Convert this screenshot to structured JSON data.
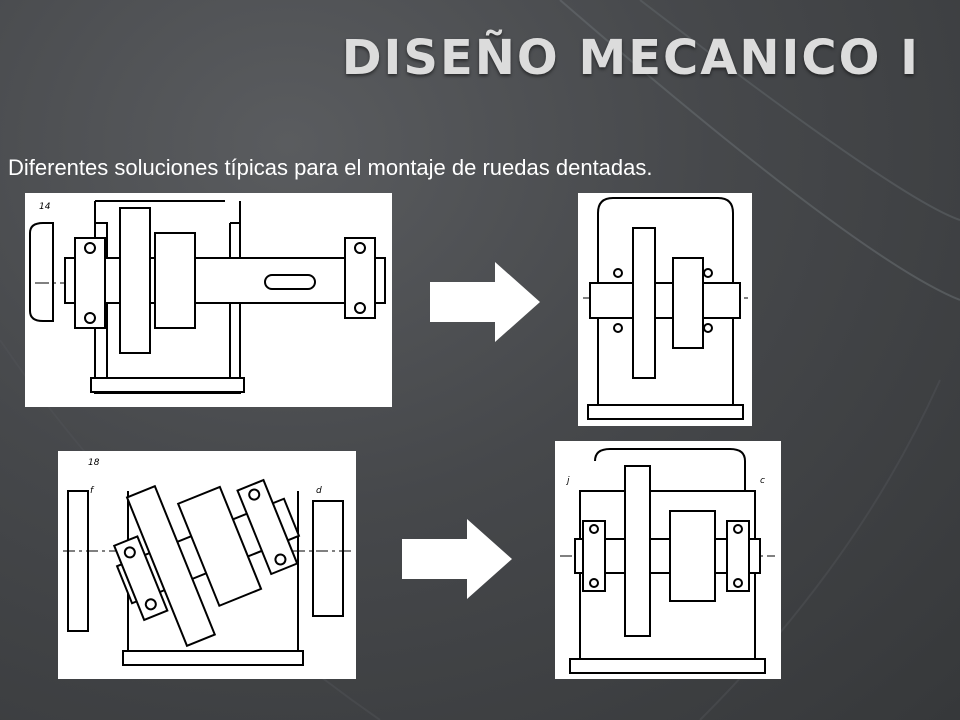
{
  "slide": {
    "title": "DISEÑO MECANICO I",
    "subtitle": "Diferentes soluciones típicas para el montaje de ruedas dentadas."
  },
  "drawings": {
    "top_left_label": "14",
    "bottom_left_label": "18",
    "bottom_left_mark_left": "f",
    "bottom_left_mark_right": "d",
    "bottom_right_mark_left": "j",
    "bottom_right_mark_right": "c"
  },
  "colors": {
    "accent_arrow": "#ffffff",
    "drawing_ink": "#000000"
  },
  "icons": {
    "arrows": [
      "arrow-right-icon",
      "arrow-right-icon"
    ]
  }
}
